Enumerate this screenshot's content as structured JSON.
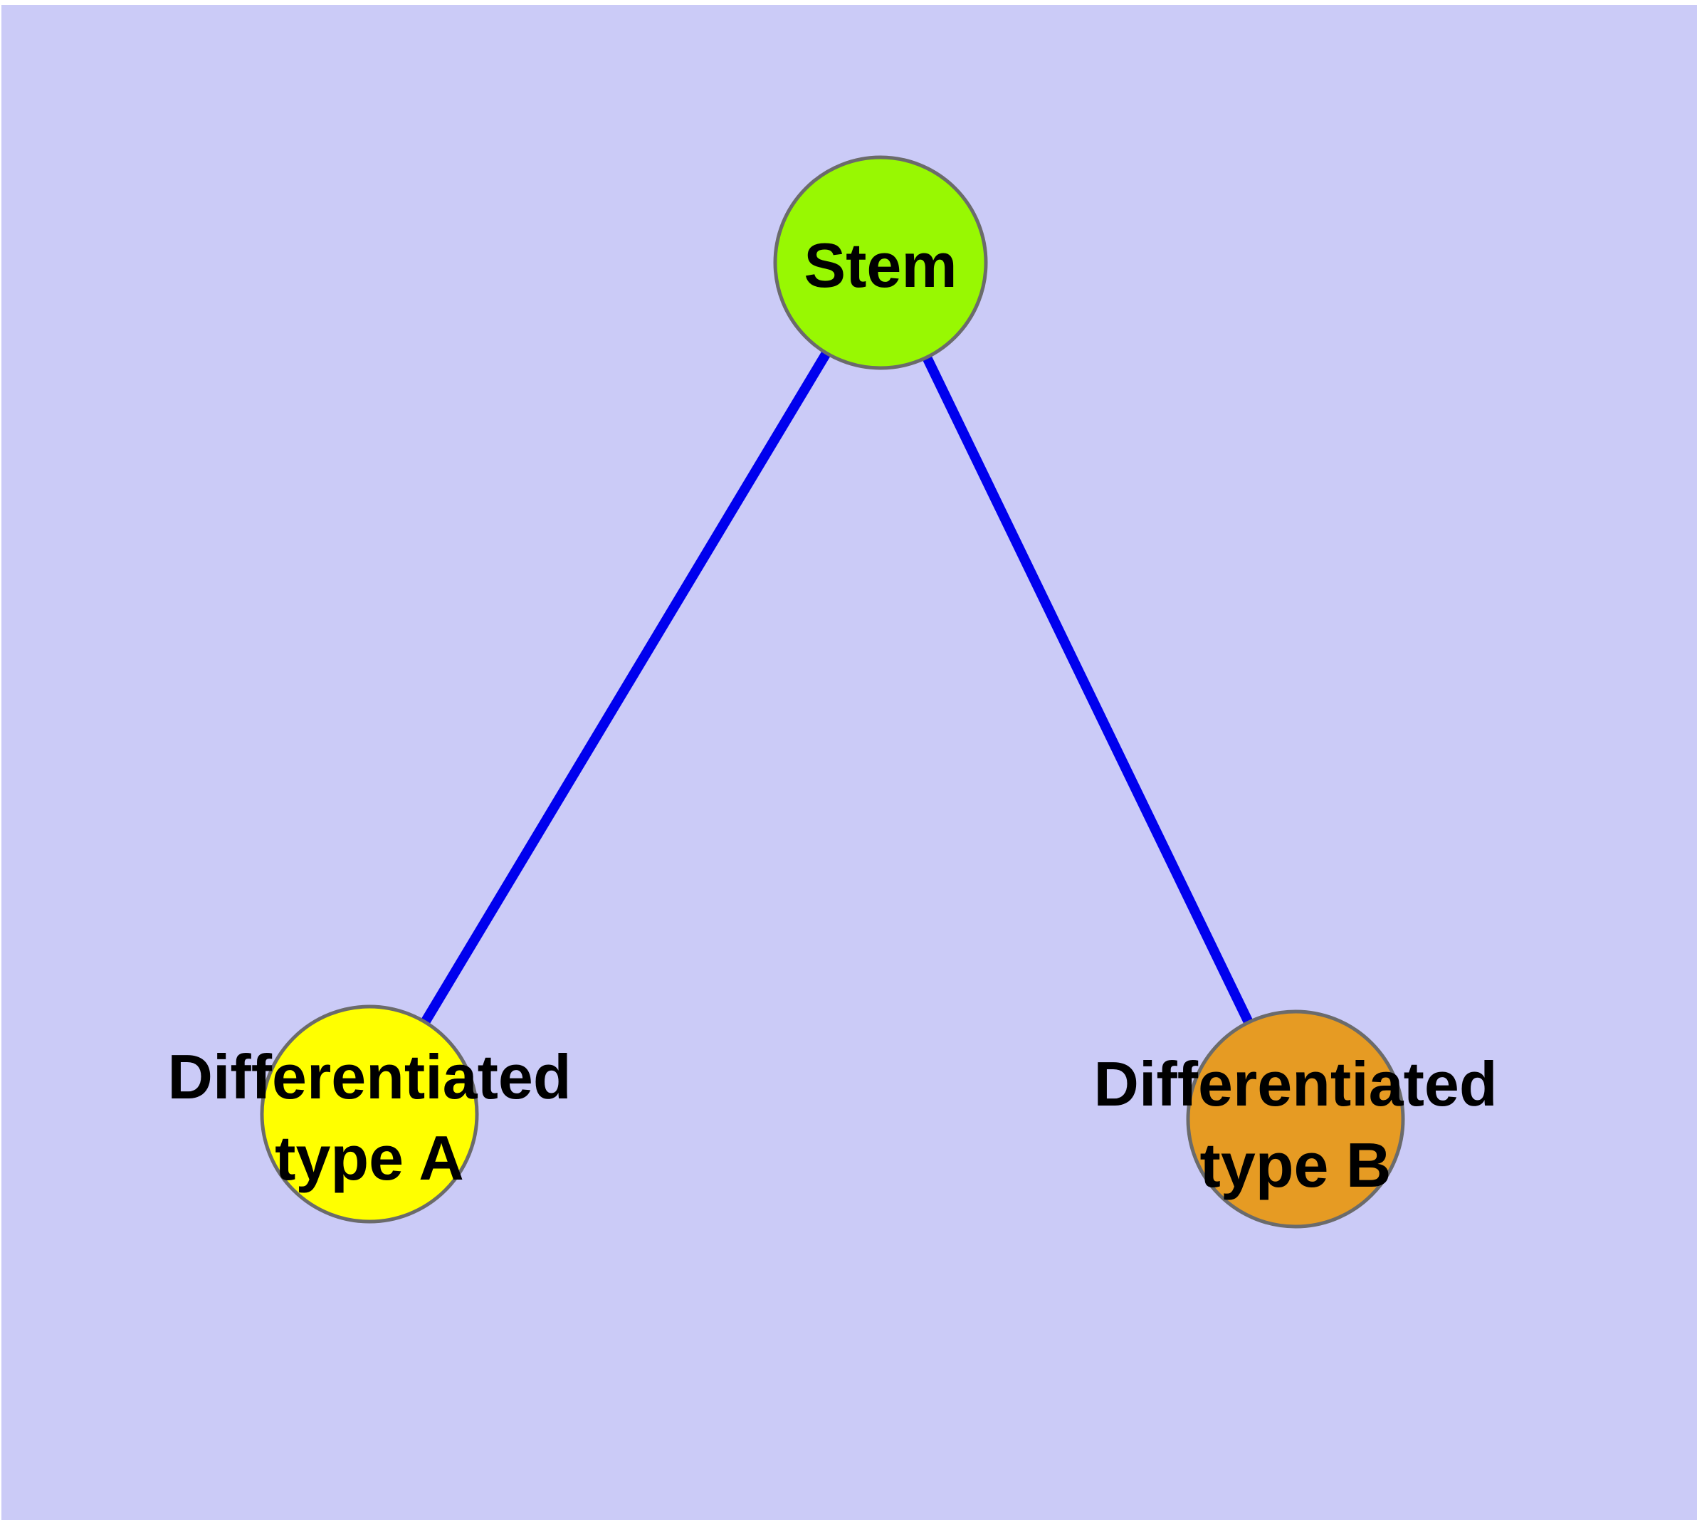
{
  "canvas": {
    "frame_color": "#ffffff",
    "background_color": "#cbcbf7"
  },
  "graph": {
    "edge_color": "#0000ee",
    "node_border_color": "#6b6b6b",
    "label_color": "#000000",
    "nodes": [
      {
        "id": "stem",
        "label": "Stem",
        "color": "#98f802"
      },
      {
        "id": "differentiated-type-a",
        "label_line1": "Differentiated",
        "label_line2": "type A",
        "color": "#ffff00"
      },
      {
        "id": "differentiated-type-b",
        "label_line1": "Differentiated",
        "label_line2": "type B",
        "color": "#e69b23"
      }
    ],
    "edges": [
      {
        "from": "Stem",
        "to": "Differentiated type A"
      },
      {
        "from": "Stem",
        "to": "Differentiated type B"
      }
    ]
  }
}
